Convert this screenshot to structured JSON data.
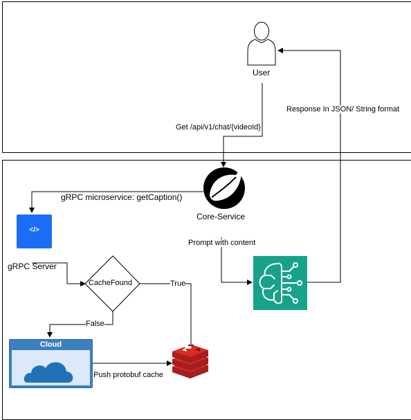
{
  "user": {
    "label": "User"
  },
  "core_service": {
    "label": "Core-Service"
  },
  "grpc_server": {
    "label": "gRPC Server",
    "icon_text": "</>"
  },
  "cache_decision": {
    "label": "CacheFound"
  },
  "cloud": {
    "label": "Cloud"
  },
  "edges": {
    "request": "Get /api/v1/chat/{videoId}",
    "response": "Response In JSON/ String format",
    "grpc_call": "gRPC microservice: getCaption()",
    "prompt": "Prompt with content",
    "true_branch": "True",
    "false_branch": "False",
    "push_cache": "Push protobuf cache"
  },
  "colors": {
    "grpc_blue": "#1a6ef5",
    "ai_green": "#16a389",
    "redis_red": "#c8262b",
    "cloud_blue": "#3d7fc1"
  }
}
